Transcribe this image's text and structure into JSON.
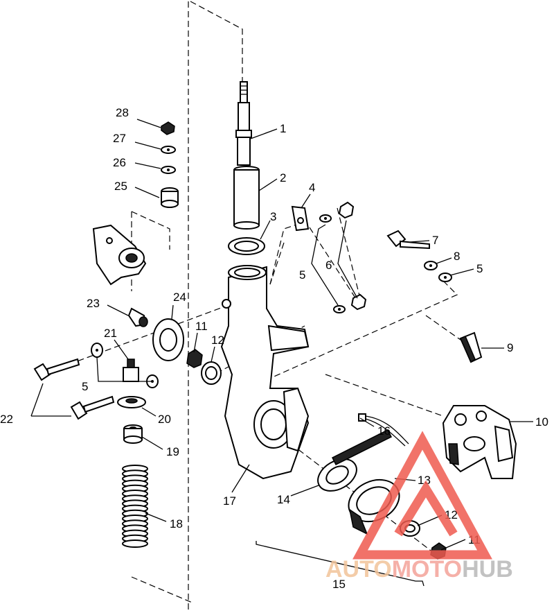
{
  "callouts": [
    {
      "id": "c1",
      "text": "1"
    },
    {
      "id": "c2",
      "text": "2"
    },
    {
      "id": "c3",
      "text": "3"
    },
    {
      "id": "c4",
      "text": "4"
    },
    {
      "id": "c5a",
      "text": "5"
    },
    {
      "id": "c5b",
      "text": "5"
    },
    {
      "id": "c5c",
      "text": "5"
    },
    {
      "id": "c6",
      "text": "6"
    },
    {
      "id": "c7",
      "text": "7"
    },
    {
      "id": "c8",
      "text": "8"
    },
    {
      "id": "c9",
      "text": "9"
    },
    {
      "id": "c10",
      "text": "10"
    },
    {
      "id": "c11a",
      "text": "11"
    },
    {
      "id": "c11b",
      "text": "11"
    },
    {
      "id": "c12a",
      "text": "12"
    },
    {
      "id": "c12b",
      "text": "12"
    },
    {
      "id": "c13",
      "text": "13"
    },
    {
      "id": "c14",
      "text": "14"
    },
    {
      "id": "c15",
      "text": "15"
    },
    {
      "id": "c16",
      "text": "16"
    },
    {
      "id": "c17",
      "text": "17"
    },
    {
      "id": "c18",
      "text": "18"
    },
    {
      "id": "c19",
      "text": "19"
    },
    {
      "id": "c20",
      "text": "20"
    },
    {
      "id": "c21",
      "text": "21"
    },
    {
      "id": "c22",
      "text": "22"
    },
    {
      "id": "c23",
      "text": "23"
    },
    {
      "id": "c24",
      "text": "24"
    },
    {
      "id": "c25",
      "text": "25"
    },
    {
      "id": "c26",
      "text": "26"
    },
    {
      "id": "c27",
      "text": "27"
    },
    {
      "id": "c28",
      "text": "28"
    }
  ],
  "watermark": {
    "part1": "AUTO",
    "part2": "MOTO",
    "part3": "HUB",
    "colors": {
      "auto": "#f2c49a",
      "moto": "#f4a39a",
      "hub": "#b8b8b8",
      "triangle": "#ef5a4f"
    }
  }
}
